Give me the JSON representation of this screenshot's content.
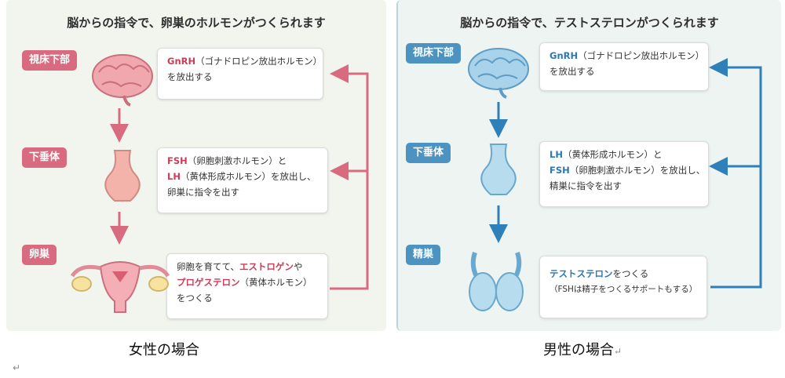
{
  "female": {
    "title": "脳からの指令で、卵巣のホルモンがつくられます",
    "labels": [
      "視床下部",
      "下垂体",
      "卵巣"
    ],
    "box1": {
      "hl": "GnRH",
      "rest1": "（ゴナドロピン放出ホルモン）",
      "line2": "を放出する"
    },
    "box2": {
      "hl1": "FSH",
      "rest1": "（卵胞刺激ホルモン）と",
      "hl2": "LH",
      "rest2": "（黄体形成ホルモン）を放出し、",
      "line3": "卵巣に指令を出す"
    },
    "box3": {
      "line1a": "卵胞を育てて、",
      "hl1": "エストロゲン",
      "line1b": "や",
      "hl2": "プロゲステロン",
      "line2b": "（黄体ホルモン）",
      "line3": "をつくる"
    },
    "caption": "女性の場合"
  },
  "male": {
    "title": "脳からの指令で、テストステロンがつくられます",
    "labels": [
      "視床下部",
      "下垂体",
      "精巣"
    ],
    "box1": {
      "hl": "GnRH",
      "rest1": "（ゴナドロピン放出ホルモン）",
      "line2": "を放出する"
    },
    "box2": {
      "hl1": "LH",
      "rest1": "（黄体形成ホルモン）と",
      "hl2": "FSH",
      "rest2": "（卵胞刺激ホルモン）を放出し、",
      "line3": "精巣に指令を出す"
    },
    "box3": {
      "hl1": "テストステロン",
      "line1b": "をつくる",
      "line2": "（FSHは精子をつくるサポートもする）"
    },
    "caption": "男性の場合",
    "caption_mark": "↵"
  },
  "return_mark": "↵",
  "colors": {
    "female_accent": "#d96b80",
    "male_accent": "#4c93c2"
  }
}
